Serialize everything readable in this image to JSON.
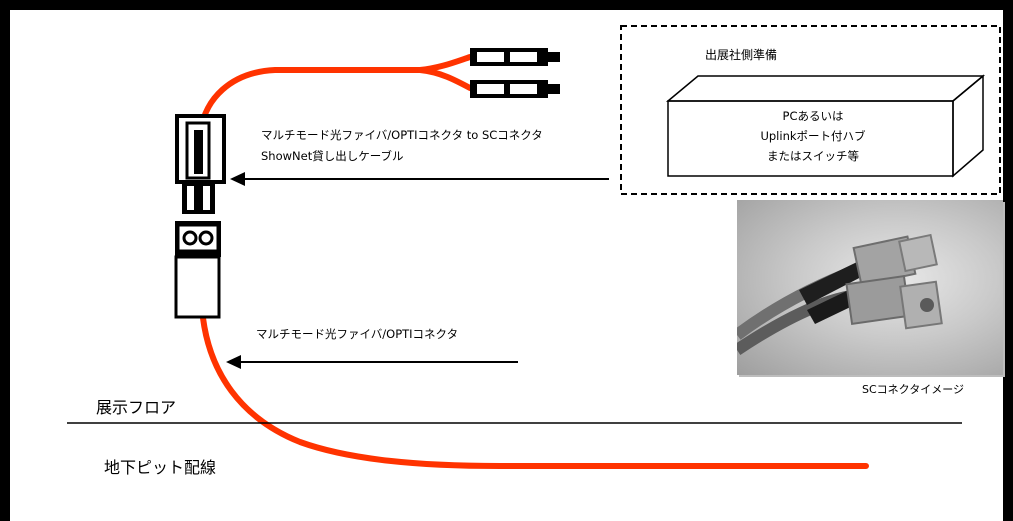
{
  "labels": {
    "exhibitor_prep": "出展社側準備",
    "device_line1": "PCあるいは",
    "device_line2": "Uplinkポート付ハブ",
    "device_line3": "またはスイッチ等",
    "cable1_line1": "マルチモード光ファイバ/OPTIコネクタ to SCコネクタ",
    "cable1_line2": "ShowNet貸し出しケーブル",
    "cable2": "マルチモード光ファイバ/OPTIコネクタ",
    "floor": "展示フロア",
    "underground": "地下ピット配線",
    "sc_image_caption": "SCコネクタイメージ"
  },
  "colors": {
    "fiber": "#ff3300",
    "frame": "#000000",
    "background": "#ffffff"
  },
  "icons": {
    "sc_connector_photo": "sc-connector-photo",
    "opti_connector": "opti-connector-icon"
  }
}
